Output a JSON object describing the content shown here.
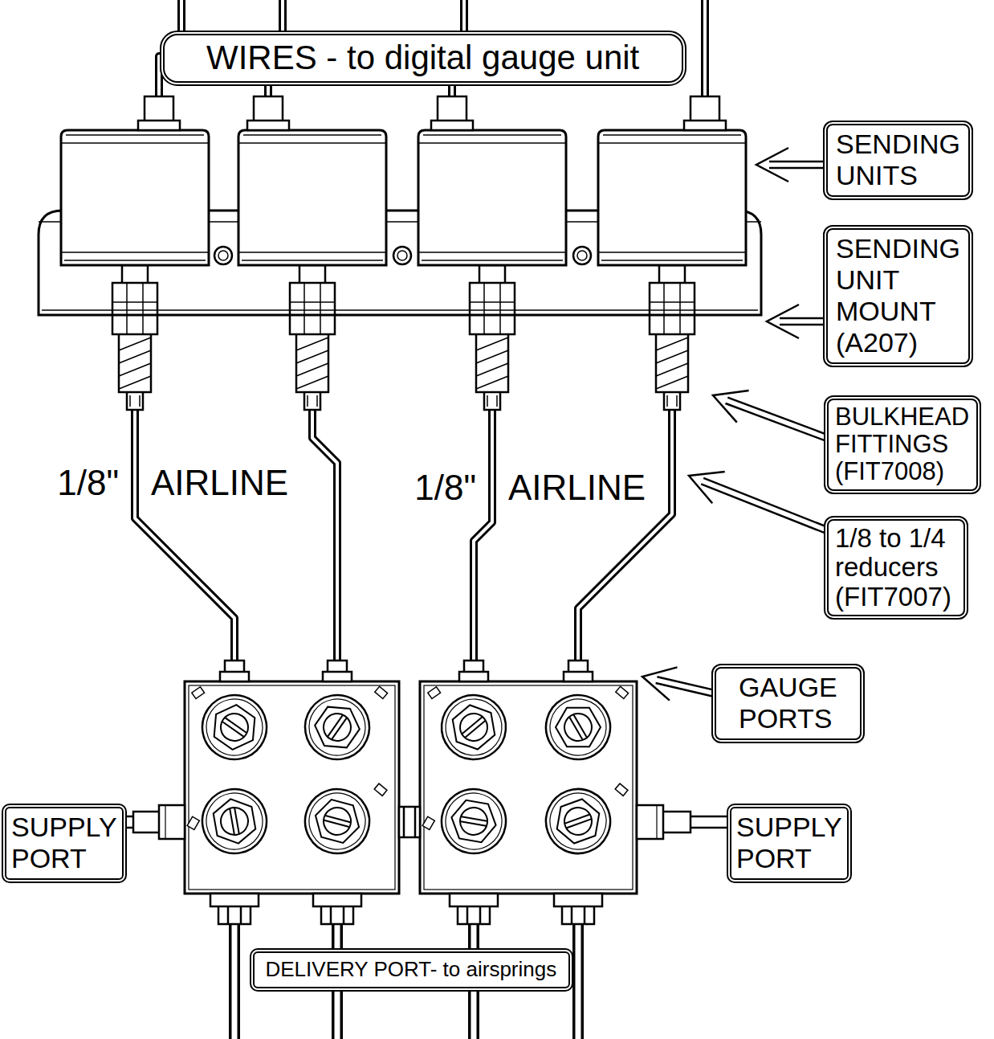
{
  "diagram": {
    "nodes": [
      {
        "text": [
          "WIRES - to digital gauge unit"
        ]
      },
      {
        "text": [
          "SENDING UNITS"
        ]
      },
      {
        "text": [
          "SENDING UNIT MOUNT (A207)"
        ]
      },
      {
        "text": [
          "BULKHEAD FITTINGS (FIT7008)"
        ]
      },
      {
        "text": [
          "1/8 to 1/4 reducers (FIT7007)"
        ]
      },
      {
        "text": [
          "GAUGE PORTS"
        ]
      },
      {
        "text": [
          "SUPPLY PORT"
        ]
      },
      {
        "text": [
          "SUPPLY PORT"
        ]
      },
      {
        "text": [
          "DELIVERY PORT- to airsprings"
        ]
      }
    ],
    "labels": [
      "1/8\" AIRLINE",
      "1/8\" AIRLINE"
    ]
  }
}
